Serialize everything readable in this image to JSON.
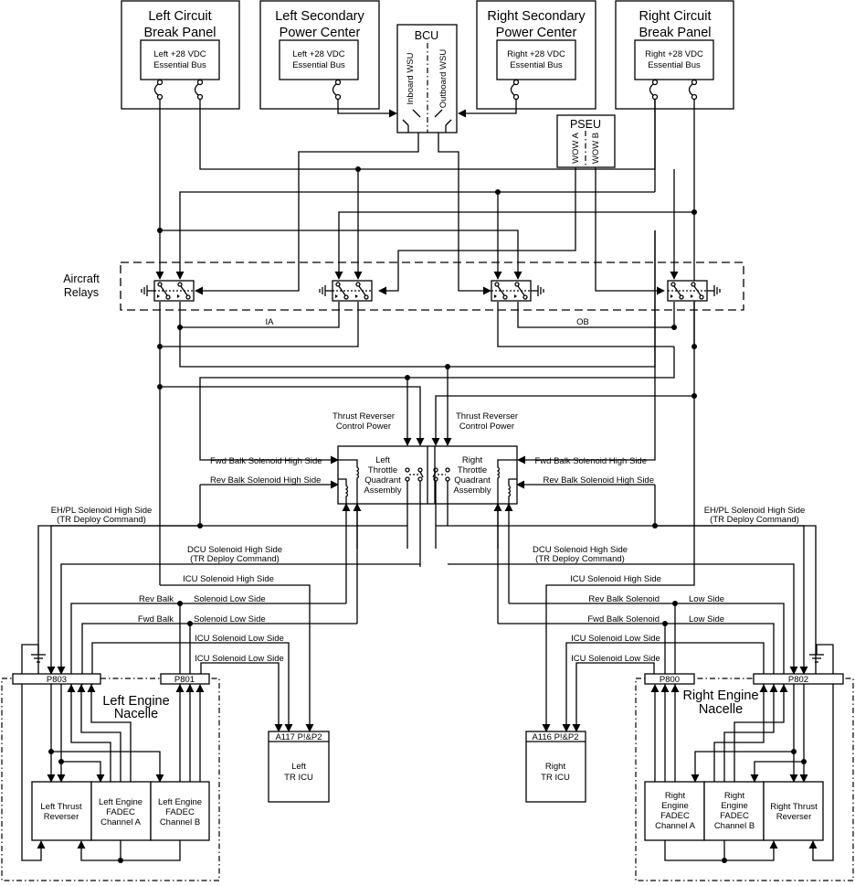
{
  "diagram": {
    "top_units": {
      "left_cb_panel": {
        "title_line1": "Left Circuit",
        "title_line2": "Break Panel",
        "bus_line1": "Left +28 VDC",
        "bus_line2": "Essential Bus"
      },
      "left_spc": {
        "title_line1": "Left Secondary",
        "title_line2": "Power Center",
        "bus_line1": "Left +28 VDC",
        "bus_line2": "Essential Bus"
      },
      "bcu": {
        "title": "BCU",
        "inboard": "Inboard WSU",
        "outboard": "Outboard WSU"
      },
      "right_spc": {
        "title_line1": "Right Secondary",
        "title_line2": "Power Center",
        "bus_line1": "Right +28 VDC",
        "bus_line2": "Essential Bus"
      },
      "right_cb_panel": {
        "title_line1": "Right Circuit",
        "title_line2": "Break Panel",
        "bus_line1": "Right +28 VDC",
        "bus_line2": "Essential Bus"
      },
      "pseu": {
        "title": "PSEU",
        "wow_a": "WOW A",
        "wow_b": "WOW B"
      }
    },
    "relays": {
      "group_label_line1": "Aircraft",
      "group_label_line2": "Relays",
      "ia_label": "IA",
      "ob_label": "OB"
    },
    "throttle": {
      "tr_power_left_line1": "Thrust Reverser",
      "tr_power_left_line2": "Control Power",
      "tr_power_right_line1": "Thrust Reverser",
      "tr_power_right_line2": "Control Power",
      "left_tqa": [
        "Left",
        "Throttle",
        "Quadrant",
        "Assembly"
      ],
      "right_tqa": [
        "Right",
        "Throttle",
        "Quadrant",
        "Assembly"
      ],
      "left_fwd_balk": "Fwd Balk Solenoid High Side",
      "left_rev_balk": "Rev Balk Solenoid High Side",
      "right_fwd_balk": "Fwd Balk Solenoid High Side",
      "right_rev_balk": "Rev Balk Solenoid High Side"
    },
    "signals_left": {
      "ehpl_line1": "EH/PL Solenoid High Side",
      "ehpl_line2": "(TR Deploy Command)",
      "dcu_line1": "DCU Solenoid High Side",
      "dcu_line2": "(TR Deploy Command)",
      "icu_high": "ICU Solenoid High Side",
      "rev_balk": "Rev Balk",
      "rev_low": "Solenoid Low Side",
      "fwd_balk": "Fwd Balk",
      "fwd_low": "Solenoid Low Side",
      "icu_low_1": "ICU Solenoid Low Side",
      "icu_low_2": "ICU Solenoid Low Side"
    },
    "signals_right": {
      "ehpl_line1": "EH/PL Solenoid High Side",
      "ehpl_line2": "(TR Deploy Command)",
      "dcu_line1": "DCU Solenoid High Side",
      "dcu_line2": "(TR Deploy Command)",
      "icu_high": "ICU Solenoid High Side",
      "rev_balk": "Rev Balk Solenoid",
      "rev_low": "Low Side",
      "fwd_balk": "Fwd Balk Solenoid",
      "fwd_low": "Low Side",
      "icu_low_1": "ICU Solenoid Low Side",
      "icu_low_2": "ICU Solenoid Low Side"
    },
    "left_nacelle": {
      "title_line1": "Left Engine",
      "title_line2": "Nacelle",
      "p803": "P803",
      "p801": "P801",
      "thrust_reverser": [
        "Left Thrust",
        "Reverser"
      ],
      "fadec_a": [
        "Left Engine",
        "FADEC",
        "Channel A"
      ],
      "fadec_b": [
        "Left Engine",
        "FADEC",
        "Channel B"
      ]
    },
    "right_nacelle": {
      "title_line1": "Right Engine",
      "title_line2": "Nacelle",
      "p800": "P800",
      "p802": "P802",
      "thrust_reverser": [
        "Right Thrust",
        "Reverser"
      ],
      "fadec_a": [
        "Right",
        "Engine",
        "FADEC",
        "Channel A"
      ],
      "fadec_b": [
        "Right",
        "Engine",
        "FADEC",
        "Channel B"
      ]
    },
    "icu": {
      "left_connector": "A117 P!&P2",
      "left_line1": "Left",
      "left_line2": "TR ICU",
      "right_connector": "A116 P!&P2",
      "right_line1": "Right",
      "right_line2": "TR ICU"
    }
  }
}
